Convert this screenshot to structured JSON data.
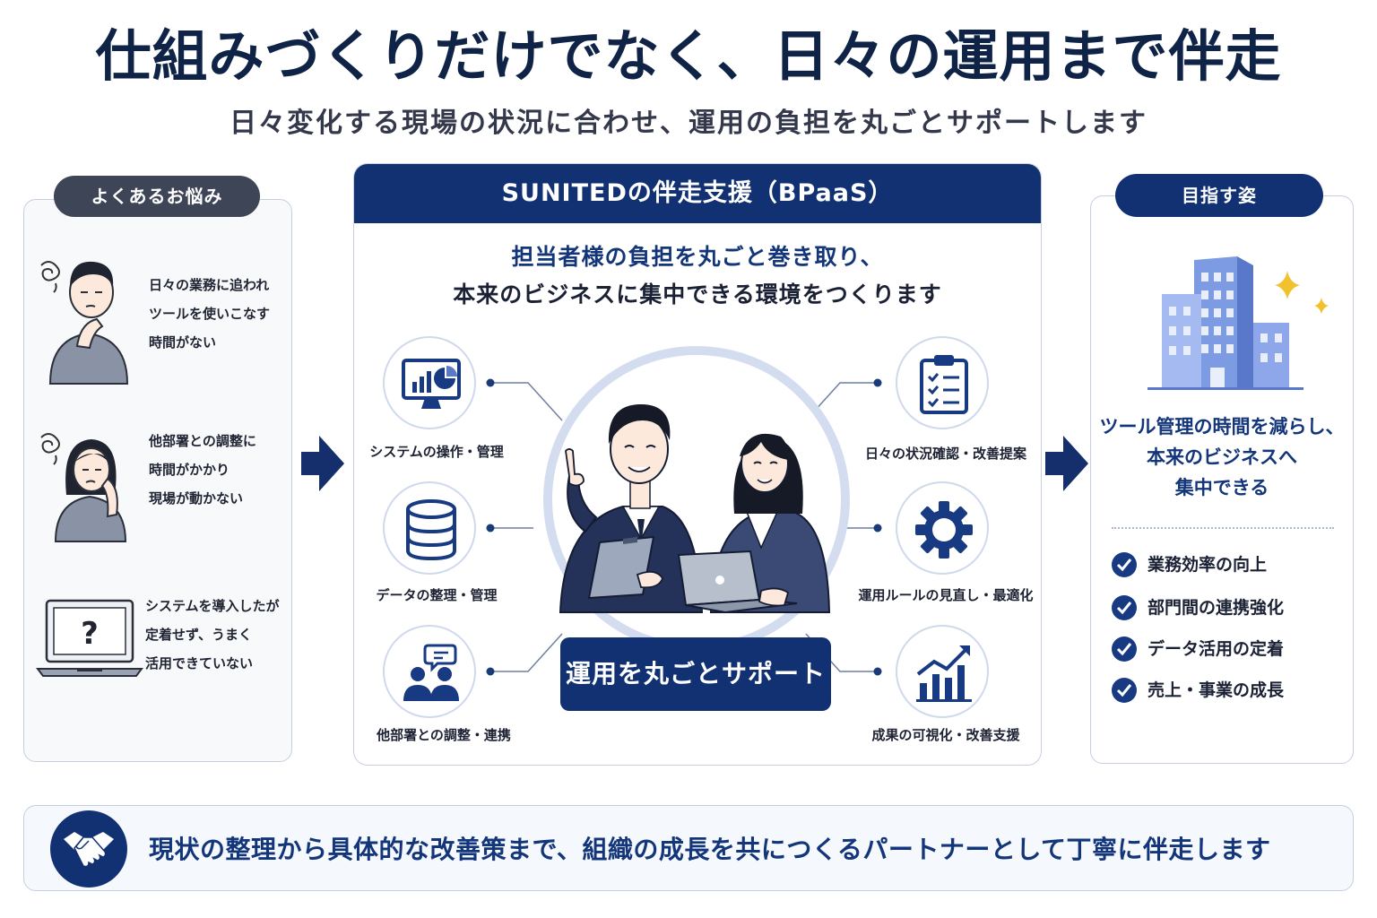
{
  "header": {
    "title": "仕組みづくりだけでなく、日々の運用まで伴走",
    "subtitle": "日々変化する現場の状況に合わせ、運用の負担を丸ごとサポートします"
  },
  "left": {
    "heading": "よくあるお悩み",
    "worries": [
      {
        "lines": [
          "日々の業務に追われ",
          "ツールを使いこなす",
          "時間がない"
        ]
      },
      {
        "lines": [
          "他部署との調整に",
          "時間がかかり",
          "現場が動かない"
        ]
      },
      {
        "lines": [
          "システムを導入したが",
          "定着せず、うまく",
          "活用できていない"
        ]
      }
    ]
  },
  "center": {
    "heading": "SUNITEDの伴走支援（BPaaS）",
    "lead_line1": "担当者様の負担を丸ごと巻き取り、",
    "lead_line2": "本来のビジネスに集中できる環境をつくります",
    "services_left": [
      {
        "label": "システムの操作・管理",
        "icon": "monitor-chart-icon"
      },
      {
        "label": "データの整理・管理",
        "icon": "database-icon"
      },
      {
        "label": "他部署との調整・連携",
        "icon": "people-chat-icon"
      }
    ],
    "services_right": [
      {
        "label": "日々の状況確認・改善提案",
        "icon": "clipboard-checklist-icon"
      },
      {
        "label": "運用ルールの見直し・最適化",
        "icon": "gear-icon"
      },
      {
        "label": "成果の可視化・改善支援",
        "icon": "growth-chart-icon"
      }
    ],
    "support_label": "運用を丸ごとサポート"
  },
  "right": {
    "heading": "目指す姿",
    "goal_lines": [
      "ツール管理の時間を減らし、",
      "本来のビジネスへ",
      "集中できる"
    ],
    "benefits": [
      "業務効率の向上",
      "部門間の連携強化",
      "データ活用の定着",
      "売上・事業の成長"
    ]
  },
  "footer": {
    "message": "現状の整理から具体的な改善策まで、組織の成長を共につくるパートナーとして丁寧に伴走します"
  },
  "colors": {
    "navy": "#123173",
    "dark_gray": "#3d4556",
    "accent_gold": "#f2c12e",
    "building_blue": "#6f8fe0"
  }
}
